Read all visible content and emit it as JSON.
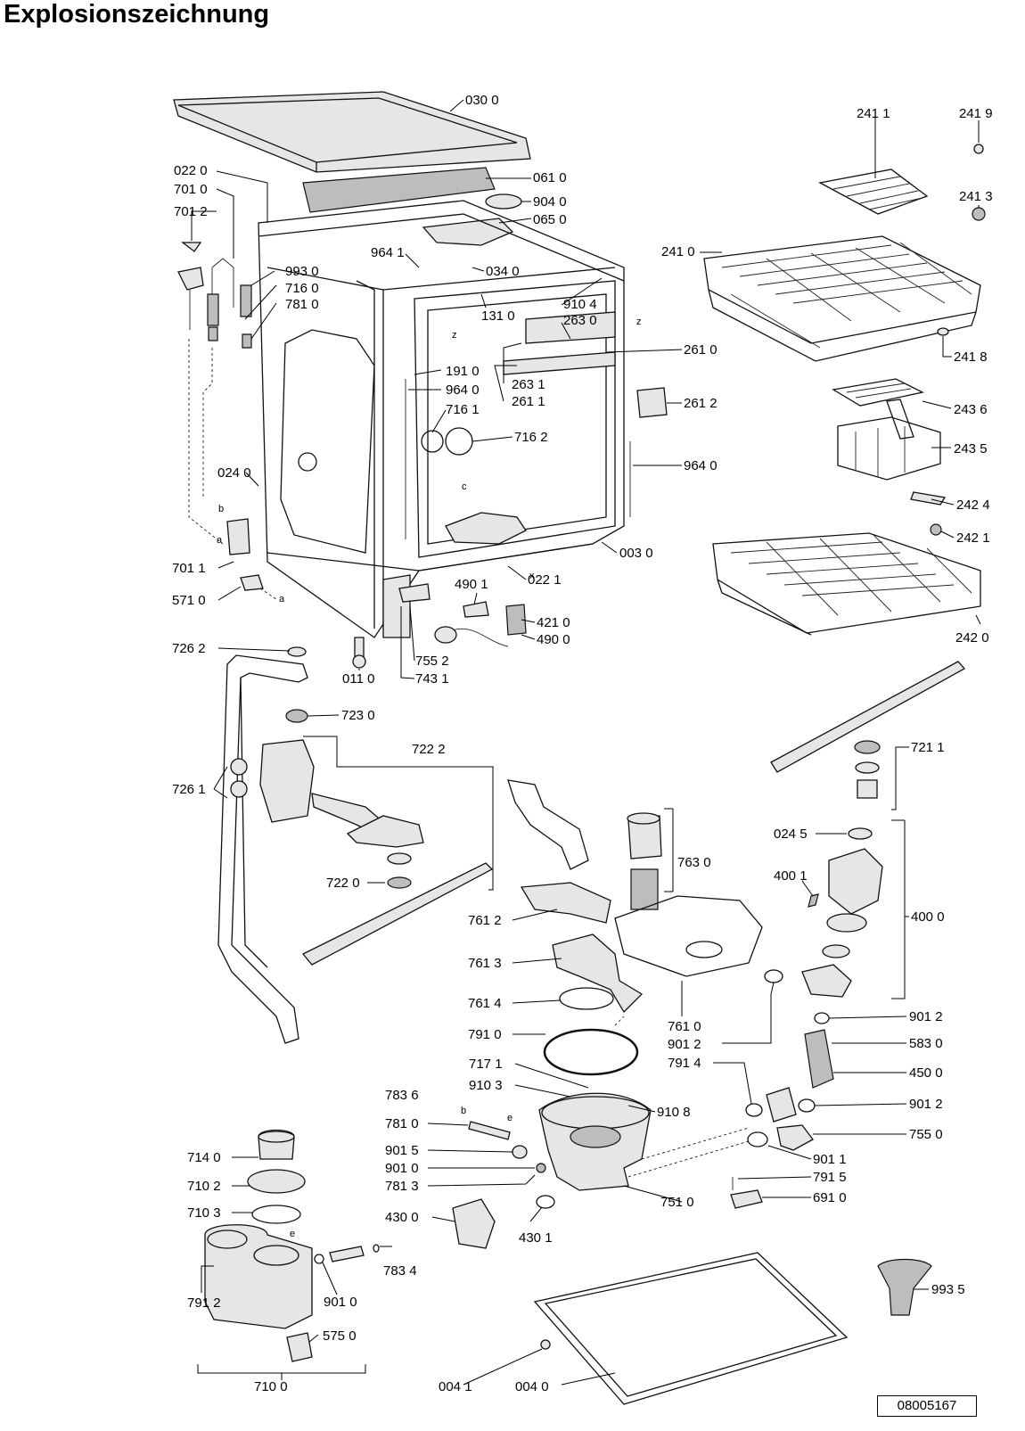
{
  "title": "Explosionszeichnung",
  "drawing_number": "08005167",
  "parts": {
    "p0300": "030 0",
    "p0220": "022 0",
    "p7010": "701 0",
    "p7012": "701 2",
    "p0610": "061 0",
    "p9040": "904 0",
    "p0650": "065 0",
    "p2411": "241 1",
    "p2419": "241 9",
    "p2413": "241 3",
    "p2410": "241 0",
    "p2418": "241 8",
    "p9641": "964 1",
    "p0340": "034 0",
    "p9930": "993 0",
    "p7160": "716 0",
    "p7810": "781 0",
    "p1310": "131 0",
    "p9104": "910 4",
    "p2630": "263 0",
    "p2610": "261 0",
    "p1910": "191 0",
    "p9640a": "964 0",
    "p2631": "263 1",
    "p2611": "261 1",
    "p2612": "261 2",
    "p7161": "716 1",
    "p7162": "716 2",
    "p2436": "243 6",
    "p2435": "243 5",
    "p9640b": "964 0",
    "p0240": "024 0",
    "p2424": "242 4",
    "p2421": "242 1",
    "p0030": "003 0",
    "p7011": "701 1",
    "p4901": "490 1",
    "p0221": "022 1",
    "p5710": "571 0",
    "p4210": "421 0",
    "p4900": "490 0",
    "p2420": "242 0",
    "p7262": "726 2",
    "p7552": "755 2",
    "p0110": "011 0",
    "p7431": "743 1",
    "p7230": "723 0",
    "p7222": "722 2",
    "p7211": "721 1",
    "p7261": "726 1",
    "p7630": "763 0",
    "p0245": "024 5",
    "p7220": "722 0",
    "p4001": "400 1",
    "p7612": "761 2",
    "p4000": "400 0",
    "p7613": "761 3",
    "p7614": "761 4",
    "p7610": "761 0",
    "p9012a": "901 2",
    "p7910": "791 0",
    "p9012b": "901 2",
    "p5830": "583 0",
    "p7914": "791 4",
    "p7171": "717 1",
    "p4500": "450 0",
    "p7836": "783 6",
    "p9103": "910 3",
    "p9108": "910 8",
    "p9012c": "901 2",
    "p7810b": "781 0",
    "p7550": "755 0",
    "p9015": "901 5",
    "p9011": "901 1",
    "p9010a": "901 0",
    "p7915": "791 5",
    "p7813": "781 3",
    "p7510": "751 0",
    "p6910": "691 0",
    "p7140": "714 0",
    "p7102": "710 2",
    "p4300": "430 0",
    "p4301": "430 1",
    "p7103": "710 3",
    "p7834": "783 4",
    "p9935": "993 5",
    "p9010b": "901 0",
    "p7912": "791 2",
    "p5750": "575 0",
    "p7100": "710 0",
    "p0041": "004 1",
    "p0040": "004 0"
  },
  "letters": {
    "z1": "z",
    "z2": "z",
    "c": "c",
    "x": "x",
    "b1": "b",
    "a1": "a",
    "a2": "a",
    "b2": "b",
    "e1": "e",
    "e2": "e"
  }
}
